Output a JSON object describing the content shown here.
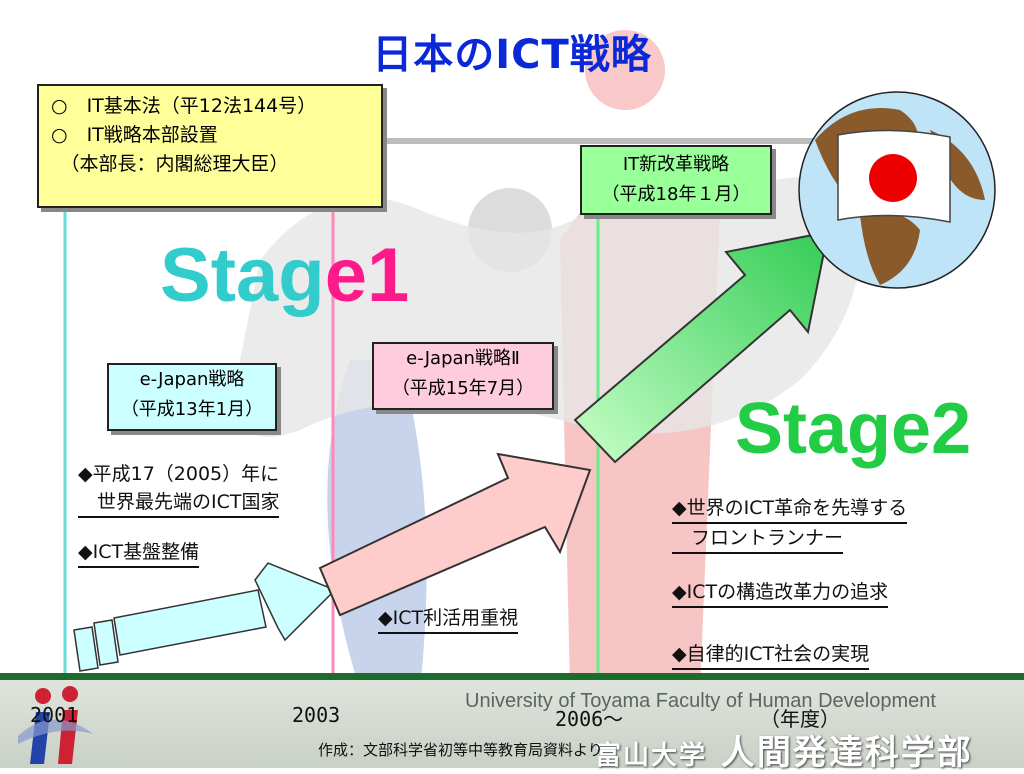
{
  "title": "日本のICT戦略",
  "note_box": {
    "line1": "○　IT基本法（平12法144号）",
    "line2": "○　IT戦略本部設置",
    "line3": "　（本部長：内閣総理大臣）"
  },
  "it_new_reform": {
    "line1": "IT新改革戦略",
    "line2": "（平成18年１月）"
  },
  "e_japan": {
    "line1": "e-Japan戦略",
    "line2": "（平成13年1月）"
  },
  "e_japan2": {
    "line1": "e-Japan戦略Ⅱ",
    "line2": "（平成15年7月）"
  },
  "stage1": {
    "part1": "Stag",
    "part2": "e1"
  },
  "stage2": "Stage2",
  "bullets_left": {
    "b1_line1": "◆平成17（2005）年に",
    "b1_line2": "　世界最先端のICT国家",
    "b2": "◆ICT基盤整備",
    "b3": "◆ICT利活用重視"
  },
  "bullets_right": {
    "b1_line1": "◆世界のICT革命を先導する",
    "b1_line2": "　フロントランナー",
    "b2": "◆ICTの構造改革力の追求",
    "b3": "◆自律的ICT社会の実現"
  },
  "years": {
    "y1": "2001",
    "y2": "2003",
    "y3": "2006～",
    "unit": "（年度）"
  },
  "footer": {
    "university_en": "University of Toyama Faculty of Human Development",
    "university_jp1": "富山大学",
    "university_jp2": "人間発達科学部"
  },
  "credit": "作成：文部科学省初等中等教育局資料より",
  "colors": {
    "title": "#0a28d8",
    "stage1_a": "#33cccc",
    "stage1_b": "#ff1a8c",
    "stage2": "#22cc44"
  }
}
